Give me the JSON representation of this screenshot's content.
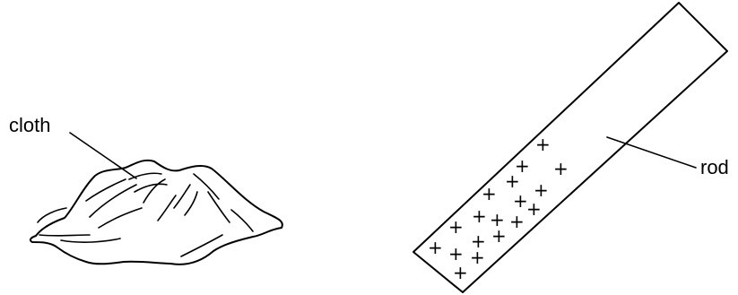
{
  "labels": {
    "cloth": "cloth",
    "rod": "rod"
  },
  "charges": {
    "symbol": "+",
    "count": 18
  },
  "colors": {
    "ink": "#000000",
    "background": "#ffffff"
  }
}
